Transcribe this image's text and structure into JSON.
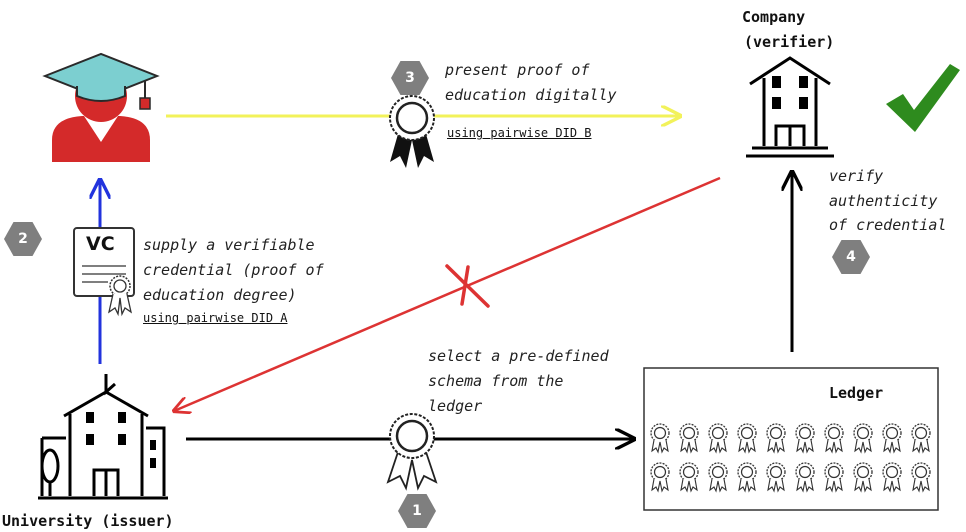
{
  "steps": [
    {
      "num": "1",
      "text": [
        "select a pre-defined",
        "schema from the",
        "ledger"
      ]
    },
    {
      "num": "2",
      "text": [
        "supply a verifiable",
        "credential (proof of",
        "education degree)"
      ],
      "did": "using pairwise DID A"
    },
    {
      "num": "3",
      "text": [
        "present proof of",
        "education digitally"
      ],
      "did": "using pairwise DID B"
    },
    {
      "num": "4",
      "text": [
        "verify",
        "authenticity",
        "of credential"
      ]
    }
  ],
  "actors": {
    "company": [
      "Company",
      "(verifier)"
    ],
    "university": "University (issuer)",
    "ledger": "Ledger",
    "vc_badge": "VC"
  },
  "colors": {
    "yellow_arrow": "#f2f25a",
    "blue_arrow": "#2233dd",
    "red_arrow": "#dd3333",
    "black_arrow": "#000000",
    "check": "#2e8b1e",
    "student_red": "#d42a2a",
    "cap_teal": "#7ccfd0",
    "badge_grey": "#7f7f7f"
  }
}
